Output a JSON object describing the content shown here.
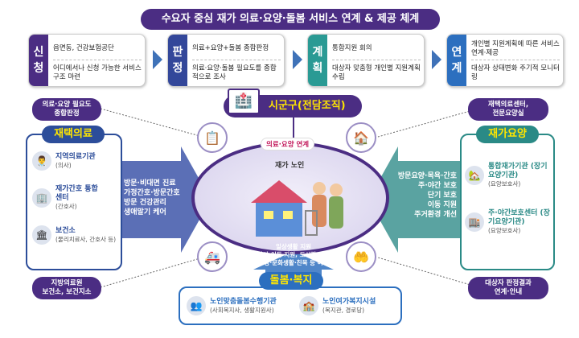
{
  "title": "수요자 중심 재가 의료·요양·돌봄 서비스 연계 & 제공 체계",
  "steps": [
    {
      "label": [
        "신",
        "청"
      ],
      "color": "#4b2d83",
      "line1": "읍면동, 건강보험공단",
      "line2": "어디에서나 신청 가능한 서비스 구조 마련"
    },
    {
      "label": [
        "판",
        "정"
      ],
      "color": "#33479a",
      "line1": "의료+요양+돌봄 종합판정",
      "line2": "의료·요양·돌봄 필요도를 종합적으로 조사"
    },
    {
      "label": [
        "계",
        "획"
      ],
      "color": "#2a9a94",
      "line1": "통합지원 회의",
      "line2": "대상자 맞춤형 개인별 지원계획 수립"
    },
    {
      "label": [
        "연",
        "계"
      ],
      "color": "#2c6fbf",
      "line1": "개인별 지원계획에 따른 서비스 연계·제공",
      "line2": "대상자 상태변화 주기적 모니터링"
    }
  ],
  "center": {
    "hub": "시군구(전담조직)",
    "link": "의료·요양 연계",
    "subject": "재가 노인"
  },
  "bubbles": {
    "top_left": [
      "의료·요양 필요도",
      "종합판정"
    ],
    "bottom_left": [
      "지방의료원",
      "보건소, 보건지소"
    ],
    "top_right": [
      "재택의료센터,",
      "전문요양실"
    ],
    "bottom_right": [
      "대상자 판정결과",
      "연계·안내"
    ]
  },
  "left_panel": {
    "title": "재택의료",
    "items": [
      {
        "name": "지역의료기관",
        "sub": "(의사)",
        "icon": "doctor-icon"
      },
      {
        "name": "재가간호 통합센터",
        "sub": "(간호사)",
        "icon": "nursing-center-icon"
      },
      {
        "name": "보건소",
        "sub": "(물리치료사, 간호사 등)",
        "icon": "health-center-icon"
      }
    ],
    "services": [
      "방문·비대면 진료",
      "가정간호·방문간호",
      "방문 건강관리",
      "생애말기 케어"
    ]
  },
  "right_panel": {
    "title": "재가요양",
    "items": [
      {
        "name": "통합재가기관 (장기요양기관)",
        "sub": "(요양보호사)",
        "icon": "house-icon"
      },
      {
        "name": "주·야간보호센터 (장기요양기관)",
        "sub": "(요양보호사)",
        "icon": "daycare-icon"
      }
    ],
    "services": [
      "방문요양·목욕·간호",
      "주·야간 보호",
      "단기 보호",
      "이동 지원",
      "주거환경 개선"
    ]
  },
  "bottom_panel": {
    "title": "돌봄·복지",
    "services": [
      "일상생활 지원",
      "(가사·이동 지원, 도시락 배달)",
      "교양·문화생활·친목 등 여가"
    ],
    "items": [
      {
        "name": "노인맞춤돌봄수행기관",
        "sub": "(사회복지사, 생활지원사)",
        "icon": "caregivers-icon"
      },
      {
        "name": "노인여가복지시설",
        "sub": "(복지관, 경로당)",
        "icon": "welfare-building-icon"
      }
    ]
  },
  "colors": {
    "purple": "#4b2d83",
    "blue": "#2c6fbf",
    "teal": "#2a8a86",
    "yellow": "#ffe600"
  }
}
